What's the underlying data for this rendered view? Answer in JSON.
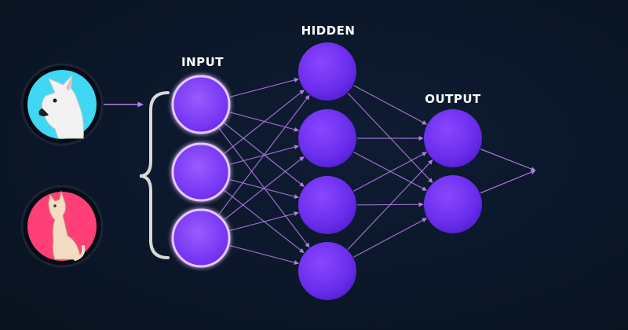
{
  "labels": {
    "input": "INPUT",
    "hidden": "HIDDEN",
    "output": "OUTPUT"
  },
  "examples": [
    {
      "name": "dog",
      "icon": "dog-icon",
      "ring_color": "#3fd7f2"
    },
    {
      "name": "cat",
      "icon": "cat-icon",
      "ring_color": "#ff3f78"
    }
  ],
  "layers": {
    "input_count": 3,
    "hidden_count": 4,
    "output_count": 2
  },
  "colors": {
    "background": "#0b1628",
    "node": "#6d2ef0",
    "node_glow": "#c68bff",
    "edge": "#b47ee6",
    "bracket": "#d8d8d8"
  }
}
